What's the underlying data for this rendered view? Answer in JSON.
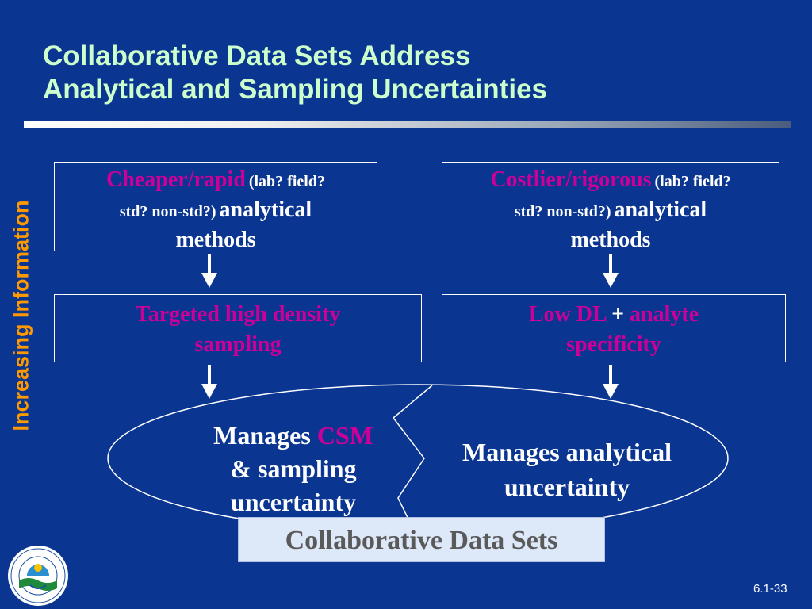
{
  "slide": {
    "title_line1": "Collaborative Data Sets Address",
    "title_line2": "Analytical and Sampling Uncertainties",
    "side_label": "Increasing Information",
    "page_number": "6.1-33",
    "colors": {
      "background": "#0a3591",
      "title": "#ccffcc",
      "side_label": "#ff9900",
      "highlight": "#cc0099",
      "collab_box": "#dde8f8"
    }
  },
  "boxes": {
    "cheap": {
      "lead": "Cheaper/rapid",
      "qualifier_a": "(lab? field?",
      "qualifier_b": "std?  non-std?)",
      "tail_a": "analytical",
      "tail_b": "methods"
    },
    "costly": {
      "lead": "Costlier/rigorous",
      "qualifier_a": "(lab? field?",
      "qualifier_b": "std? non-std?)",
      "tail_a": "analytical",
      "tail_b": "methods"
    },
    "targeted": {
      "line1": "Targeted high density",
      "line2": "sampling"
    },
    "lowdl": {
      "part1": "Low DL",
      "plus": "+",
      "part2": "analyte",
      "line2": "specificity"
    }
  },
  "ellipse": {
    "left_prefix": "Manages",
    "left_highlight": "CSM",
    "left_line2": "& sampling",
    "left_line3": "uncertainty",
    "right_line1": "Manages analytical",
    "right_line2": "uncertainty"
  },
  "footer": {
    "collab_label": "Collaborative Data Sets",
    "logo_icon": "epa-seal-icon"
  }
}
